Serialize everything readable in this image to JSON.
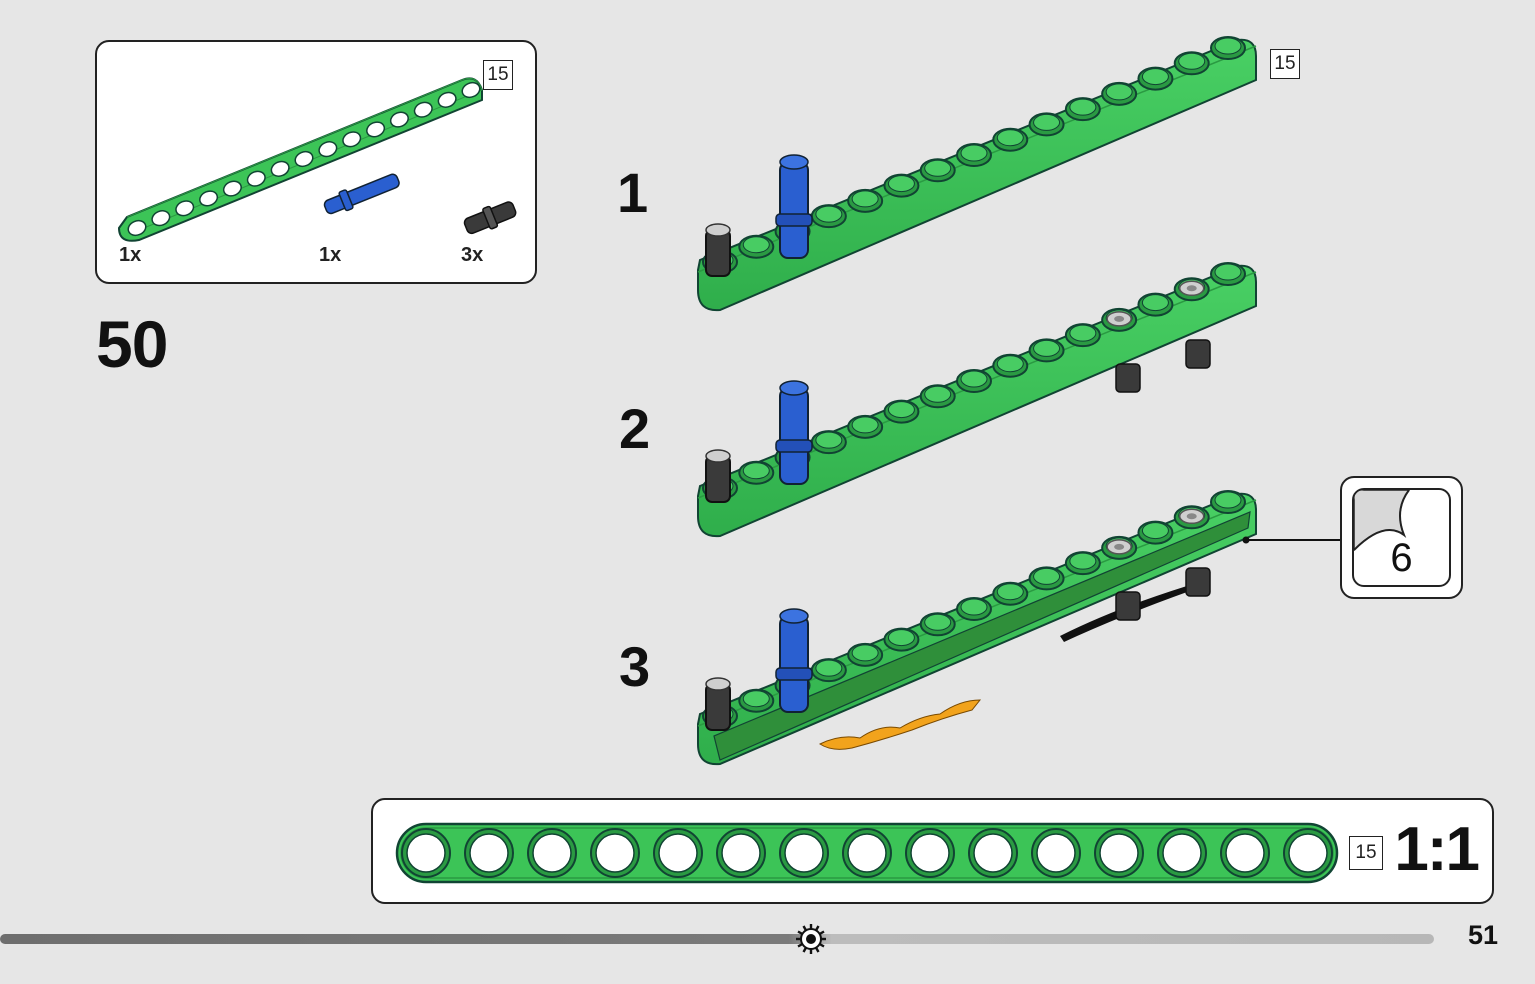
{
  "parts": {
    "items": [
      {
        "name": "green-beam-15",
        "qty": "1x",
        "length": "15"
      },
      {
        "name": "blue-pin",
        "qty": "1x"
      },
      {
        "name": "black-pin",
        "qty": "3x"
      }
    ]
  },
  "step": {
    "number": "50",
    "substeps": [
      "1",
      "2",
      "3"
    ],
    "beam_length": "15"
  },
  "sticker": {
    "count": "6"
  },
  "scale": {
    "length": "15",
    "label": "1:1"
  },
  "progress": {
    "value": 0.565
  },
  "page": {
    "number": "51"
  },
  "colors": {
    "beam_green": "#3cc457",
    "beam_dark": "#2a9a42",
    "pin_blue": "#2a5fd0",
    "pin_black": "#3a3a3a",
    "flame": "#f2a31c"
  }
}
